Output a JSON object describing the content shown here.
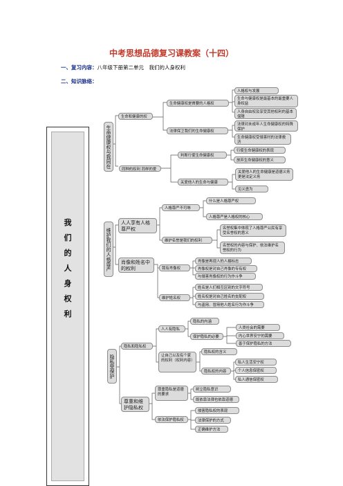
{
  "title": "中考思想品德复习课教案（十四）",
  "review": {
    "label": "一、复习内容：",
    "value": "八年级下册第二单元　我们的人身权利"
  },
  "knowledge": {
    "label": "二、知识脉络："
  },
  "main_title_chars": [
    "我",
    "们",
    "的",
    "人",
    "身",
    "权",
    "利"
  ],
  "nodes": {
    "b1_root": "生命健康权与我同在",
    "b1_a": "生命和健康的权利",
    "b1_a1": "生命健康权是首要的人格权",
    "b1_a1_1": "人格权与发展",
    "b1_a1_2": "生命与健康权是最基本的最重要人身权益",
    "b1_a1_3": "人身自由权及享受其他权利的基本保障",
    "b1_a2": "法律保卫我们的生命健康权",
    "b1_a2_1": "法律对未成年人生命健康权的特殊保护",
    "b1_a2_2": "生命健康权受侵害时的法律救济",
    "b1_b": "同种的权利 同样的爱护",
    "b1_b1": "判断行使生命健康权",
    "b1_b1_1": "行使生命健康权的表现",
    "b1_b1_2": "放弃生命健康权的意义",
    "b1_b2": "关爱他人的生命与健康",
    "b1_b2_1": "关爱他人的生命健康是道德义务更是法定义务",
    "b1_b2_2": "见义勇为",
    "b2_root": "维护我们的人格尊严",
    "b2_a": "人人享有人格尊严权",
    "b2_a1": "人格尊严不可辱",
    "b2_a1_1": "什么是人格尊严权",
    "b2_a1_2": "人格尊严是人格权的核心",
    "b2_a2": "维护名誉是我们的权利",
    "b2_a2_1": "名誉权集中体现了人格尊严公民有享受名誉权的意义",
    "b2_a2_2": "名誉权的内容与保护、依法维护名誉权的行为",
    "b2_b": "肖像和姓名中的权利",
    "b2_b1": "我有肖像权",
    "b2_b1_1": "肖像是再现人的人格标志",
    "b2_b1_2": "肖像权是对自己肖像的专有权",
    "b2_b1_3": "与侵害肖像权的行为作斗争",
    "b2_b2": "维护姓名权",
    "b2_b2_1": "姓名是人们相互区别的文字符号",
    "b2_b2_2": "姓名权是对自己姓名的支配权",
    "b2_b2_3": "与盗用、冒用他人姓名行为作斗争",
    "b3_root": "隐私受保护",
    "b3_a": "隐私和隐私权",
    "b3_a1": "人人有隐私",
    "b3_a1_1": "隐私的内涵",
    "b3_a1_2": "保护隐私的必要性",
    "b3_a1_2a": "人类社会的需要",
    "b3_a1_2b": "内心世界安宁的需要",
    "b3_a1_2c": "善于保护隐私的方法",
    "b3_a2": "让自己以及有个家的权利（权利内容）",
    "b3_a2_1": "隐私权的含义",
    "b3_a2_2": "隐私权的内容",
    "b3_a2_2a": "私人生活安宁权",
    "b3_a2_2b": "个人信息保密权",
    "b3_a2_2c": "私人通信保密权",
    "b3_b": "尊重和维护隐私权",
    "b3_b1": "尊重隐私是道德的要求",
    "b3_b1_1": "树立隐私意识",
    "b3_b1_2": "既依靠法律也依靠道德",
    "b3_b2": "依法保护隐私权",
    "b3_b2_1": "侵害隐私权的表现",
    "b3_b2_2": "法律保护的方式",
    "b3_b2_3": "正确维护方法"
  }
}
